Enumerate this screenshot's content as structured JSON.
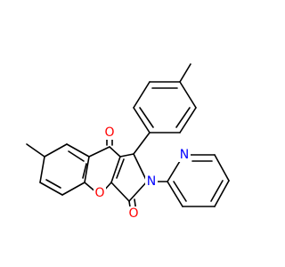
{
  "molecule": {
    "atom_labels": {
      "o_ketone": "O",
      "o_lactam": "O",
      "o_ring": "O",
      "n_lactam": "N",
      "n_pyridine": "N"
    },
    "colors": {
      "bond": "#000000",
      "oxygen": "#ff0000",
      "nitrogen": "#0000ff",
      "background": "#ffffff"
    }
  }
}
